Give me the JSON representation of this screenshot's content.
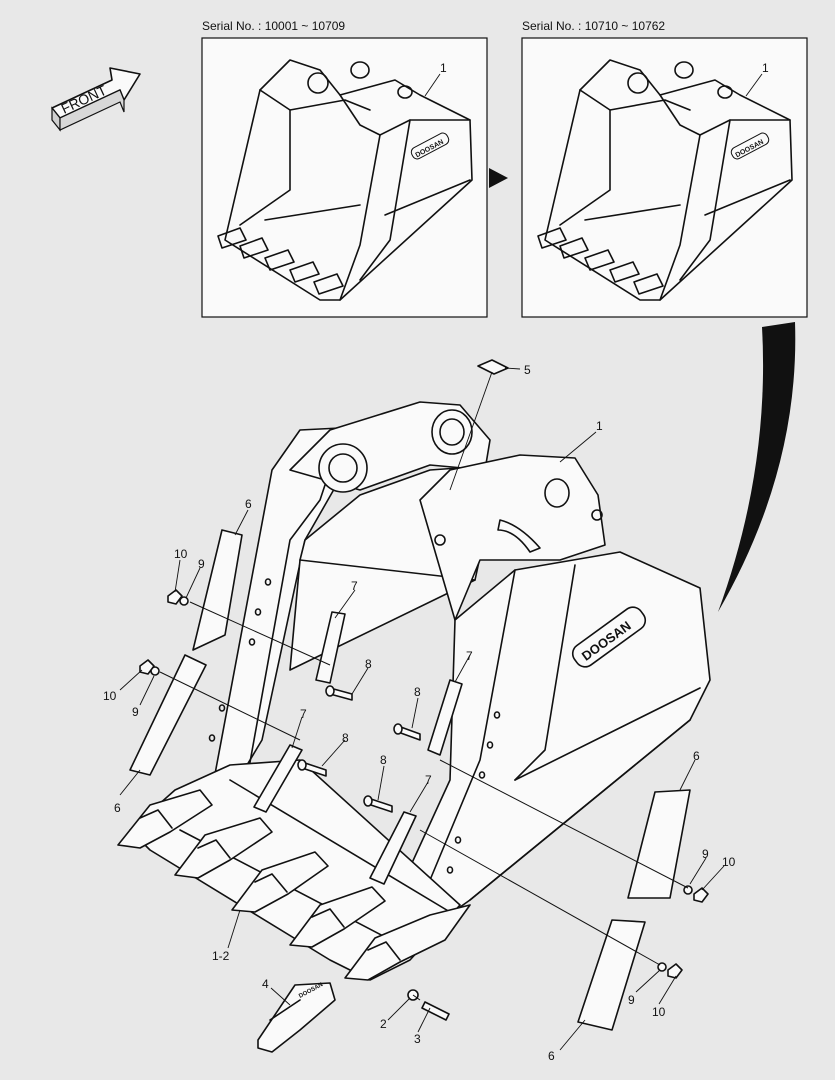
{
  "inset_left": {
    "serial_label": "Serial No. : 10001 ~ 10709",
    "callout": "1"
  },
  "inset_right": {
    "serial_label": "Serial No. : 10710 ~ 10762",
    "callout": "1"
  },
  "front_label": "FRONT",
  "brand_mark": "DOOSAN",
  "callouts": {
    "c1": "1",
    "c1_2": "1-2",
    "c2": "2",
    "c3": "3",
    "c4": "4",
    "c5": "5",
    "c6a": "6",
    "c6b": "6",
    "c6c": "6",
    "c6d": "6",
    "c7a": "7",
    "c7b": "7",
    "c7c": "7",
    "c7d": "7",
    "c8a": "8",
    "c8b": "8",
    "c8c": "8",
    "c8d": "8",
    "c9a": "9",
    "c9b": "9",
    "c9c": "9",
    "c9d": "9",
    "c10a": "10",
    "c10b": "10",
    "c10c": "10",
    "c10d": "10"
  },
  "colors": {
    "background": "#e8e8e8",
    "line": "#111111",
    "panel": "#fafafa"
  }
}
